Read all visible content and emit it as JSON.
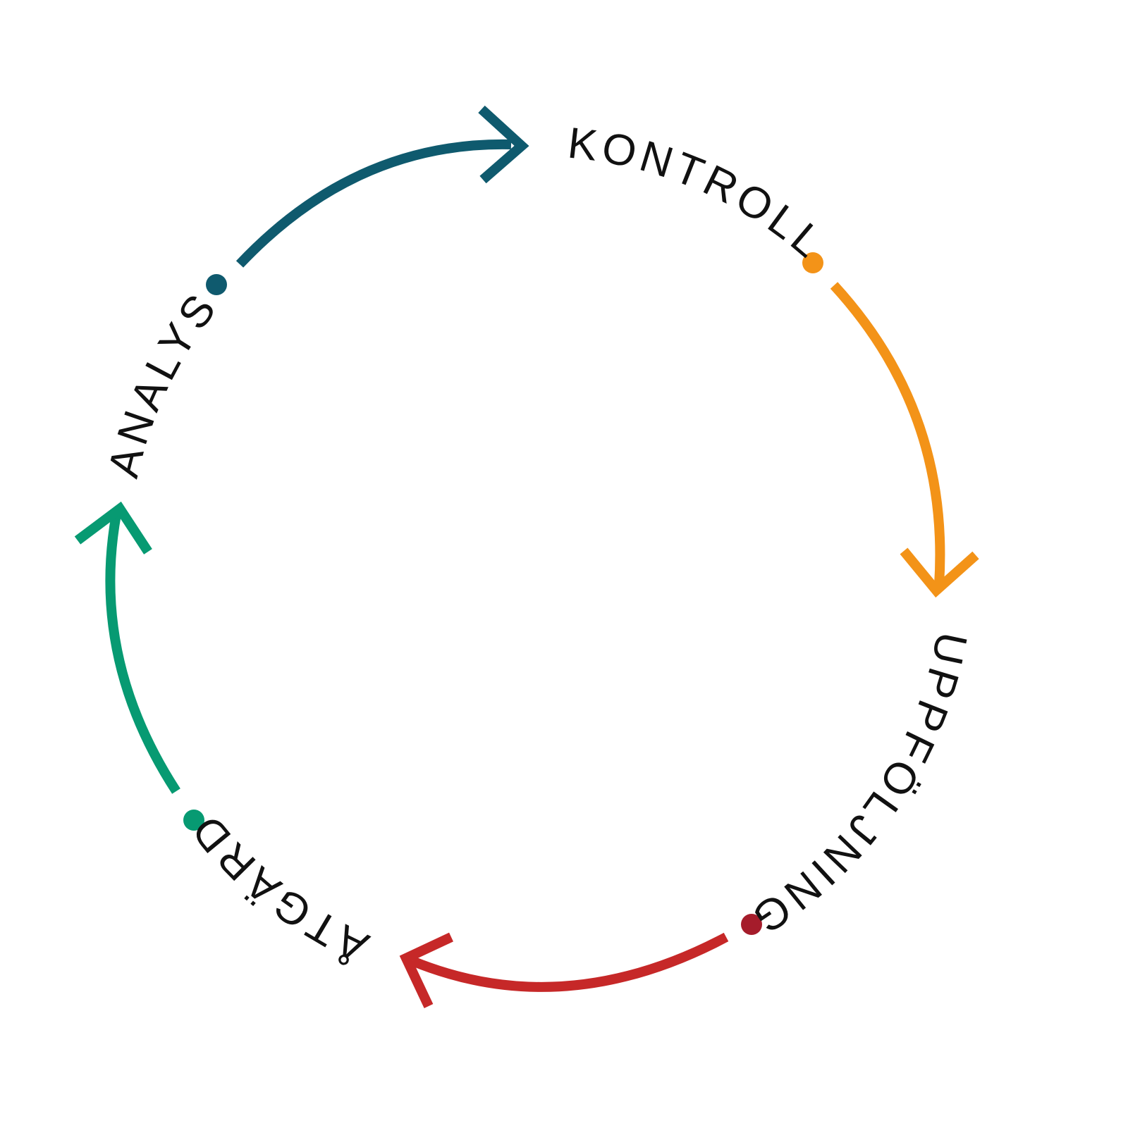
{
  "title": "Cycle diagram",
  "steps": [
    {
      "label": "KONTROLL",
      "color": "#0f5a6e"
    },
    {
      "label": "UPPFÖLJNING",
      "color": "#f39318"
    },
    {
      "label": "ÅTGÄRD",
      "color": "#c62828"
    },
    {
      "label": "ANALYS",
      "color": "#079a72"
    }
  ],
  "dot_colors": [
    "#0f5a6e",
    "#f39318",
    "#a51c2b",
    "#079a72"
  ]
}
